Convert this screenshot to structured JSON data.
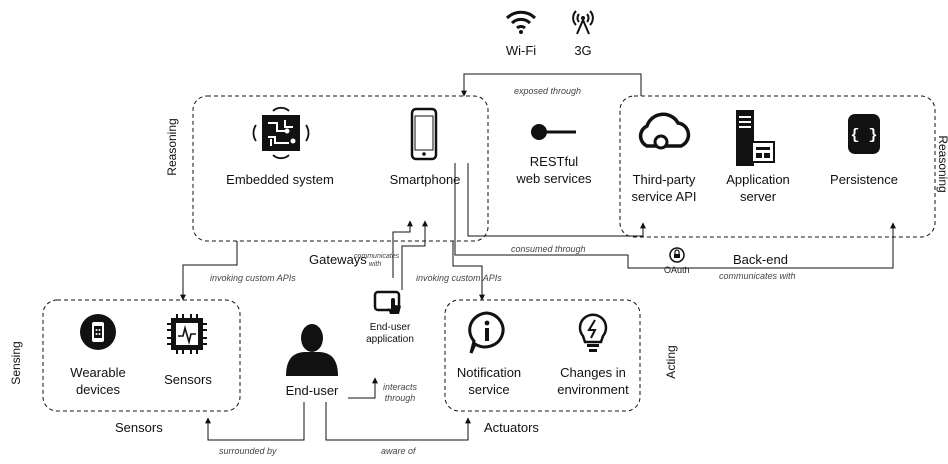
{
  "connectivity": {
    "wifi": "Wi-Fi",
    "cell": "3G"
  },
  "gateways": {
    "title": "Gateways",
    "side": "Reasoning",
    "embedded": "Embedded system",
    "smartphone": "Smartphone",
    "restful": "RESTful\nweb services"
  },
  "backend": {
    "title": "Back-end",
    "side": "Reasoning",
    "third_party": "Third-party\nservice API",
    "app_server": "Application\nserver",
    "persistence": "Persistence",
    "oauth": "OAuth"
  },
  "sensors": {
    "title": "Sensors",
    "side": "Sensing",
    "wearable": "Wearable\ndevices",
    "sensors": "Sensors"
  },
  "actuators": {
    "title": "Actuators",
    "side": "Acting",
    "notification": "Notification\nservice",
    "changes": "Changes in\nenvironment"
  },
  "user": {
    "end_user": "End-user",
    "app": "End-user\napplication"
  },
  "edges": {
    "exposed_through": "exposed through",
    "consumed_through": "consumed through",
    "communicates_with_backend": "communicates with",
    "communicates_with_small": "communicates\nwith",
    "invoking_left": "invoking custom APIs",
    "invoking_right": "invoking custom APIs",
    "interacts_through": "interacts\nthrough",
    "surrounded_by": "surrounded by",
    "aware_of": "aware of"
  }
}
